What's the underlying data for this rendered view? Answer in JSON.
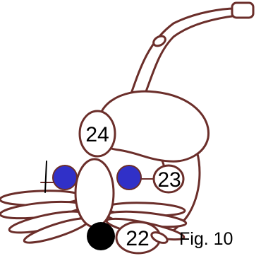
{
  "colors": {
    "outline": "#6b2e2a",
    "fill": "#ffffff",
    "blue": "#3030c8",
    "black": "#000000"
  },
  "labels": {
    "part_24": "24",
    "part_23": "23",
    "part_22": "22"
  },
  "caption": "Fig. 10"
}
